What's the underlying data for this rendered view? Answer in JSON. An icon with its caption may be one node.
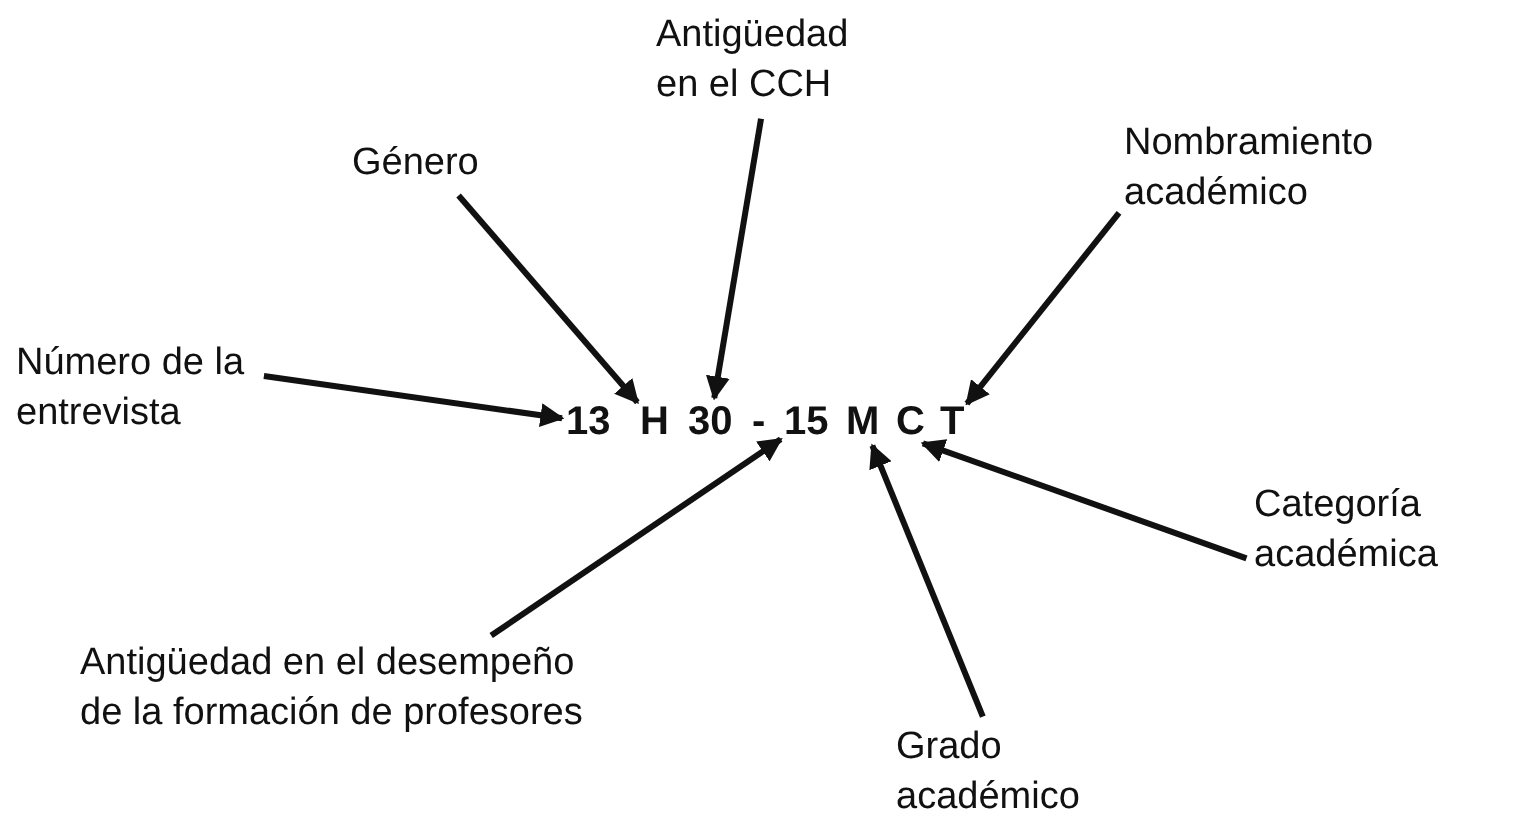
{
  "diagram": {
    "nodes": [
      {
        "text": [
          "Antigüedad en el CCH"
        ]
      },
      {
        "text": [
          "Género"
        ]
      },
      {
        "text": [
          "Nombramiento académico"
        ]
      },
      {
        "text": [
          "Número de la entrevista"
        ]
      },
      {
        "text": [
          "13"
        ]
      },
      {
        "text": [
          "H"
        ]
      },
      {
        "text": [
          "30"
        ]
      },
      {
        "text": [
          "15"
        ]
      },
      {
        "text": [
          "M"
        ]
      },
      {
        "text": [
          "C"
        ]
      },
      {
        "text": [
          "T"
        ]
      },
      {
        "text": [
          "Categoría académica"
        ]
      },
      {
        "text": [
          "Antigüedad en el desempeño de la formación de profesores"
        ]
      },
      {
        "text": [
          "Grado académico"
        ]
      }
    ],
    "edges": [
      {
        "from": 3,
        "to": 4,
        "arrow": "to"
      },
      {
        "from": 1,
        "to": 5,
        "arrow": "to"
      },
      {
        "from": 0,
        "to": 6,
        "arrow": "to"
      },
      {
        "from": 12,
        "to": 7,
        "arrow": "to"
      },
      {
        "from": 13,
        "to": 8,
        "arrow": "to"
      },
      {
        "from": 11,
        "to": 9,
        "arrow": "to"
      },
      {
        "from": 2,
        "to": 10,
        "arrow": "to"
      }
    ],
    "labels": [
      "-"
    ]
  }
}
